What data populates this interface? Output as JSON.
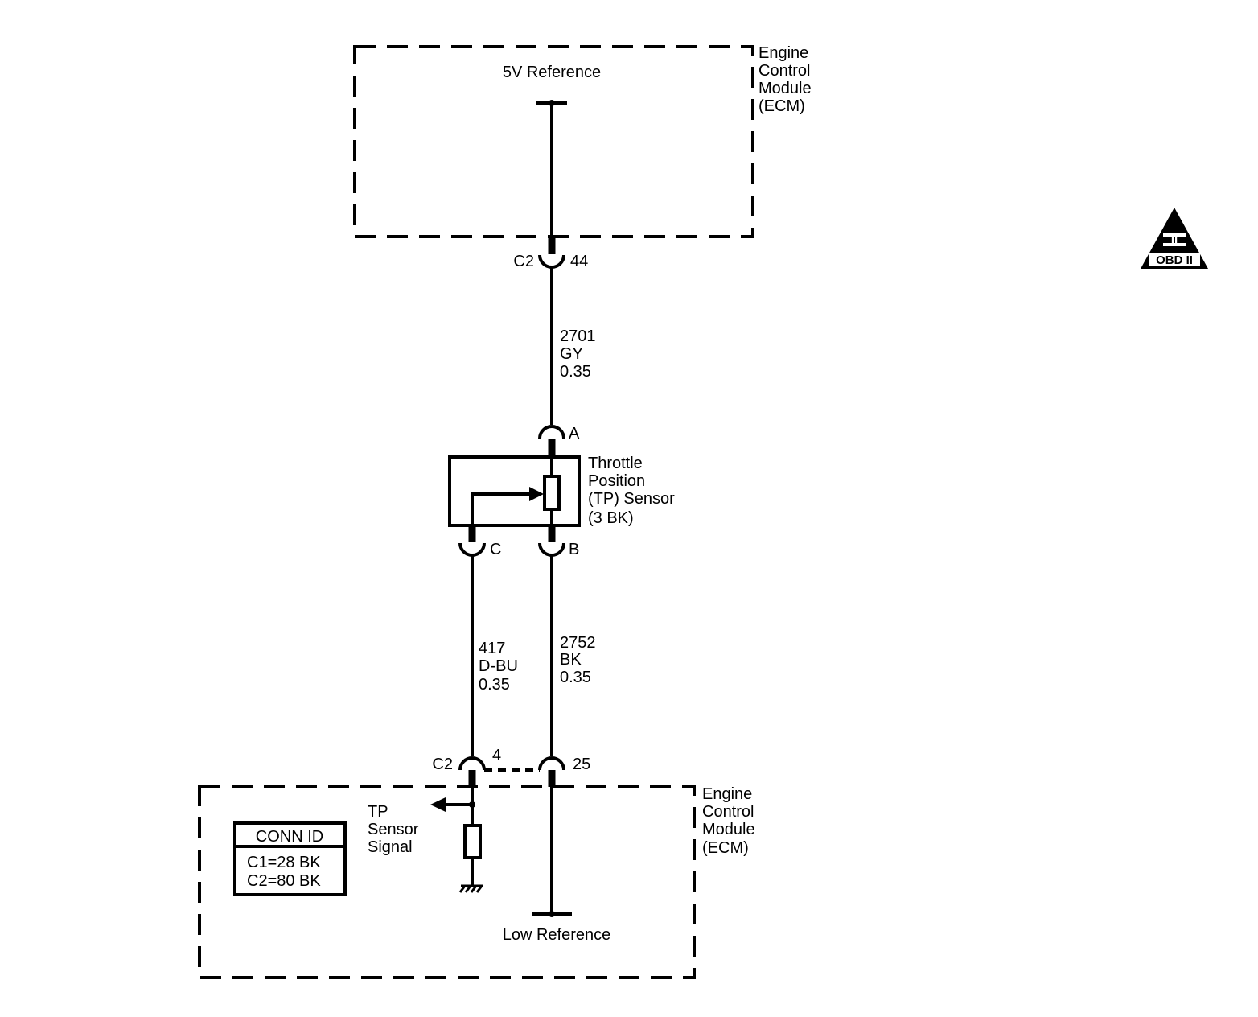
{
  "top_ecm": {
    "label": [
      "Engine",
      "Control",
      "Module",
      "(ECM)"
    ],
    "ref_label": "5V Reference"
  },
  "obd_badge": {
    "symbol": "II",
    "text": "OBD II"
  },
  "connector_c2_top": {
    "name": "C2",
    "pin": "44"
  },
  "wire_ref": {
    "circuit": "2701",
    "color": "GY",
    "size": "0.35"
  },
  "tp_sensor": {
    "pin_a": "A",
    "pin_b": "B",
    "pin_c": "C",
    "label": [
      "Throttle",
      "Position",
      "(TP) Sensor",
      "(3 BK)"
    ]
  },
  "wire_signal": {
    "circuit": "417",
    "color": "D-BU",
    "size": "0.35"
  },
  "wire_low": {
    "circuit": "2752",
    "color": "BK",
    "size": "0.35"
  },
  "connector_c2_bottom": {
    "name": "C2",
    "pin_signal": "4",
    "pin_low": "25"
  },
  "bottom_ecm": {
    "label": [
      "Engine",
      "Control",
      "Module",
      "(ECM)"
    ],
    "signal_label": [
      "TP",
      "Sensor",
      "Signal"
    ],
    "low_ref_label": "Low Reference"
  },
  "conn_id_table": {
    "header": "CONN ID",
    "rows": [
      "C1=28 BK",
      "C2=80 BK"
    ]
  }
}
